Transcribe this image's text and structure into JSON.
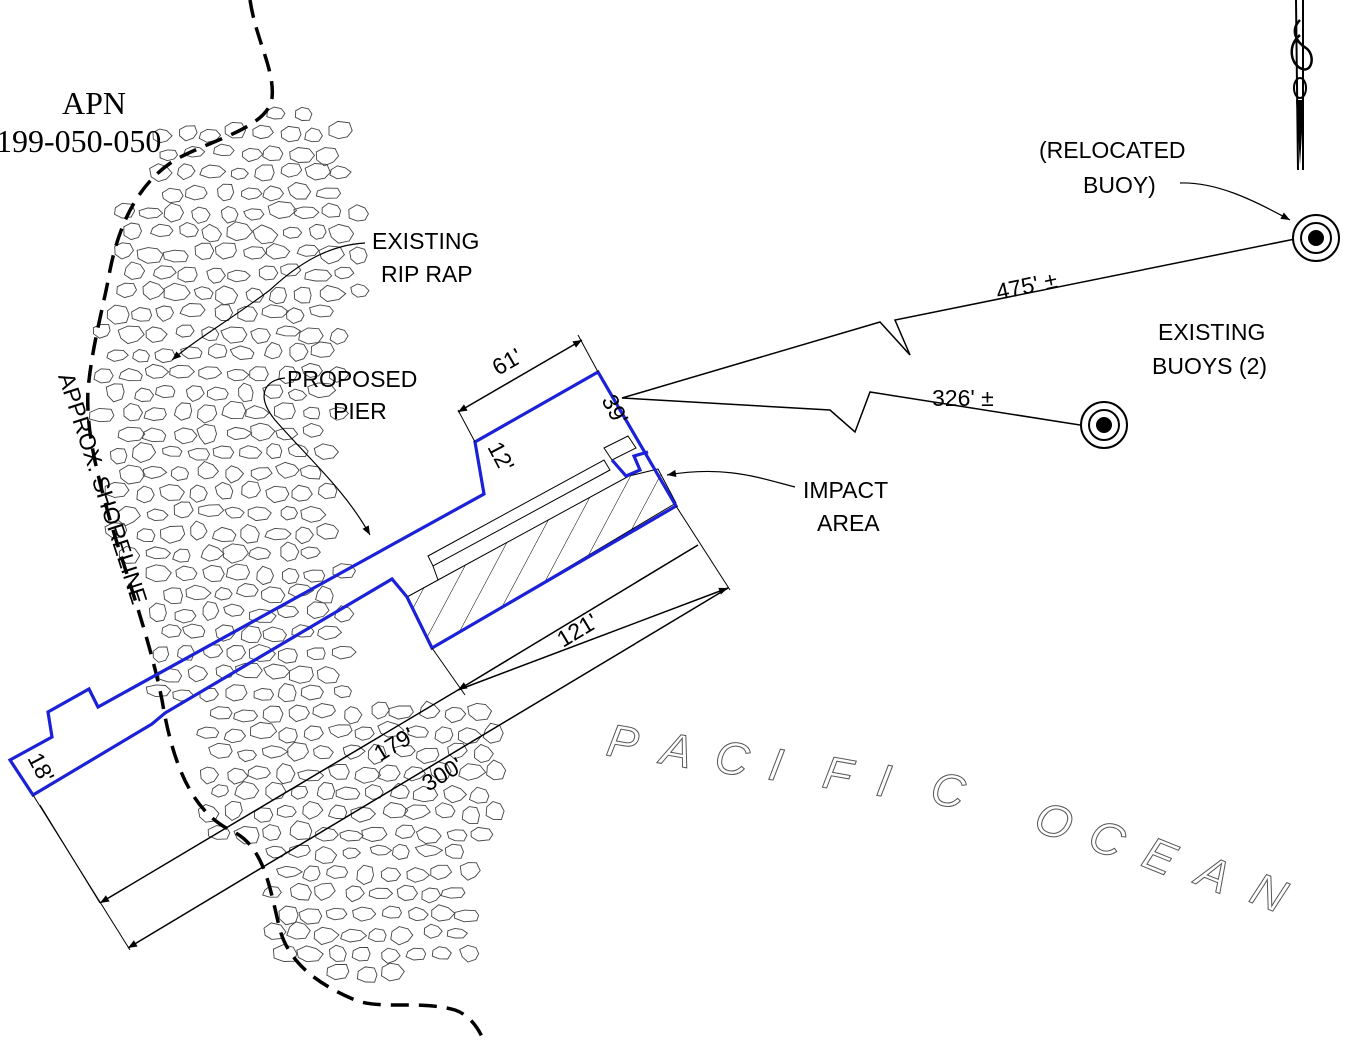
{
  "parcel": {
    "label": "APN",
    "number": "199-050-050"
  },
  "labels": {
    "existing_rip_rap_1": "EXISTING",
    "existing_rip_rap_2": "RIP RAP",
    "proposed_pier_1": "PROPOSED",
    "proposed_pier_2": "PIER",
    "shoreline": "APPROX. SHORELINE",
    "relocated_buoy_1": "(RELOCATED",
    "relocated_buoy_2": "BUOY)",
    "existing_buoys_1": "EXISTING",
    "existing_buoys_2": "BUOYS (2)",
    "impact_area_1": "IMPACT",
    "impact_area_2": "AREA",
    "ocean": "PACIFIC OCEAN"
  },
  "dimensions": {
    "buoy_far": "475' ±",
    "buoy_near": "326' ±",
    "head_length": "61'",
    "head_width": "39'",
    "step": "12'",
    "walkway_width": "18'",
    "head_section": "121'",
    "walkway_section": "179'",
    "total_length": "300'"
  },
  "colors": {
    "pier_outline": "#1b21d6",
    "linework": "#000000"
  }
}
